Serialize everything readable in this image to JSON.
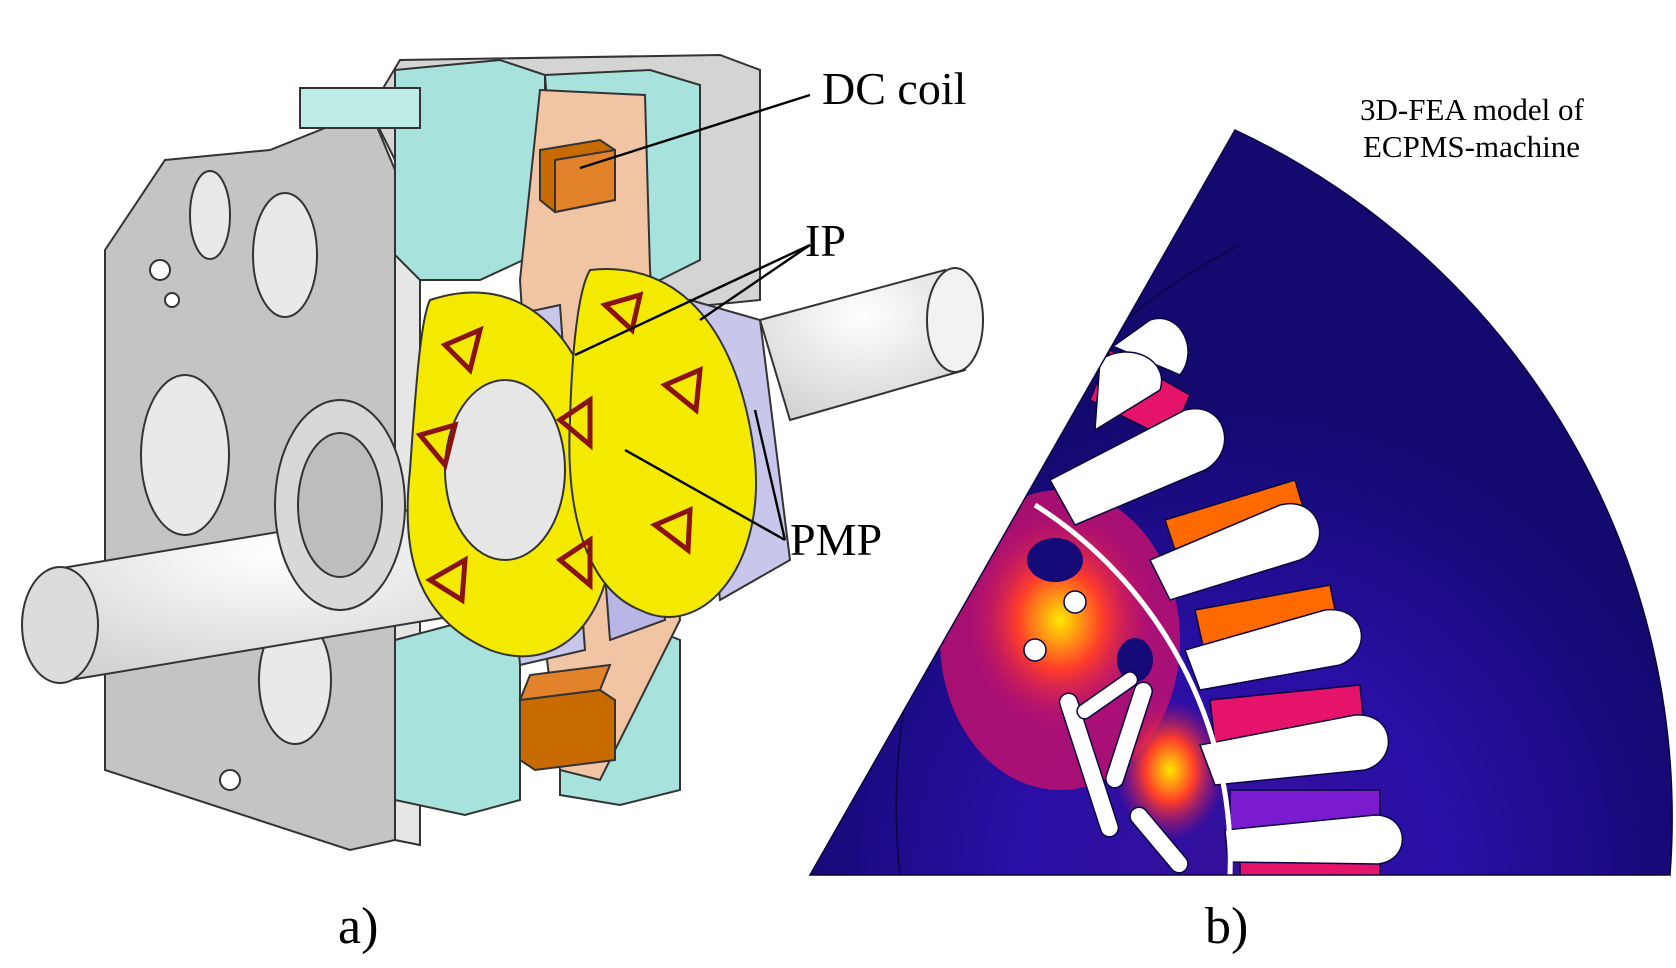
{
  "panel_a": {
    "caption": "a)",
    "labels": {
      "dc_coil": "DC coil",
      "ip": "IP",
      "pmp": "PMP"
    }
  },
  "panel_b": {
    "caption": "b)",
    "title_line1": "3D-FEA model of",
    "title_line2": "ECPMS-machine"
  },
  "colors": {
    "housing": "#c4c4c4",
    "cooling_block": "#a8e2dc",
    "rotor_disc": "#f3ea00",
    "laminations": "#c9c6ec",
    "copper": "#c76a00",
    "coil_ring": "#f1c5a4",
    "shaft": "#e9e9e9",
    "field_low": "#1a0b9c",
    "field_mid": "#d80f6e",
    "field_high": "#ff6e00",
    "field_peak": "#ffe800"
  }
}
